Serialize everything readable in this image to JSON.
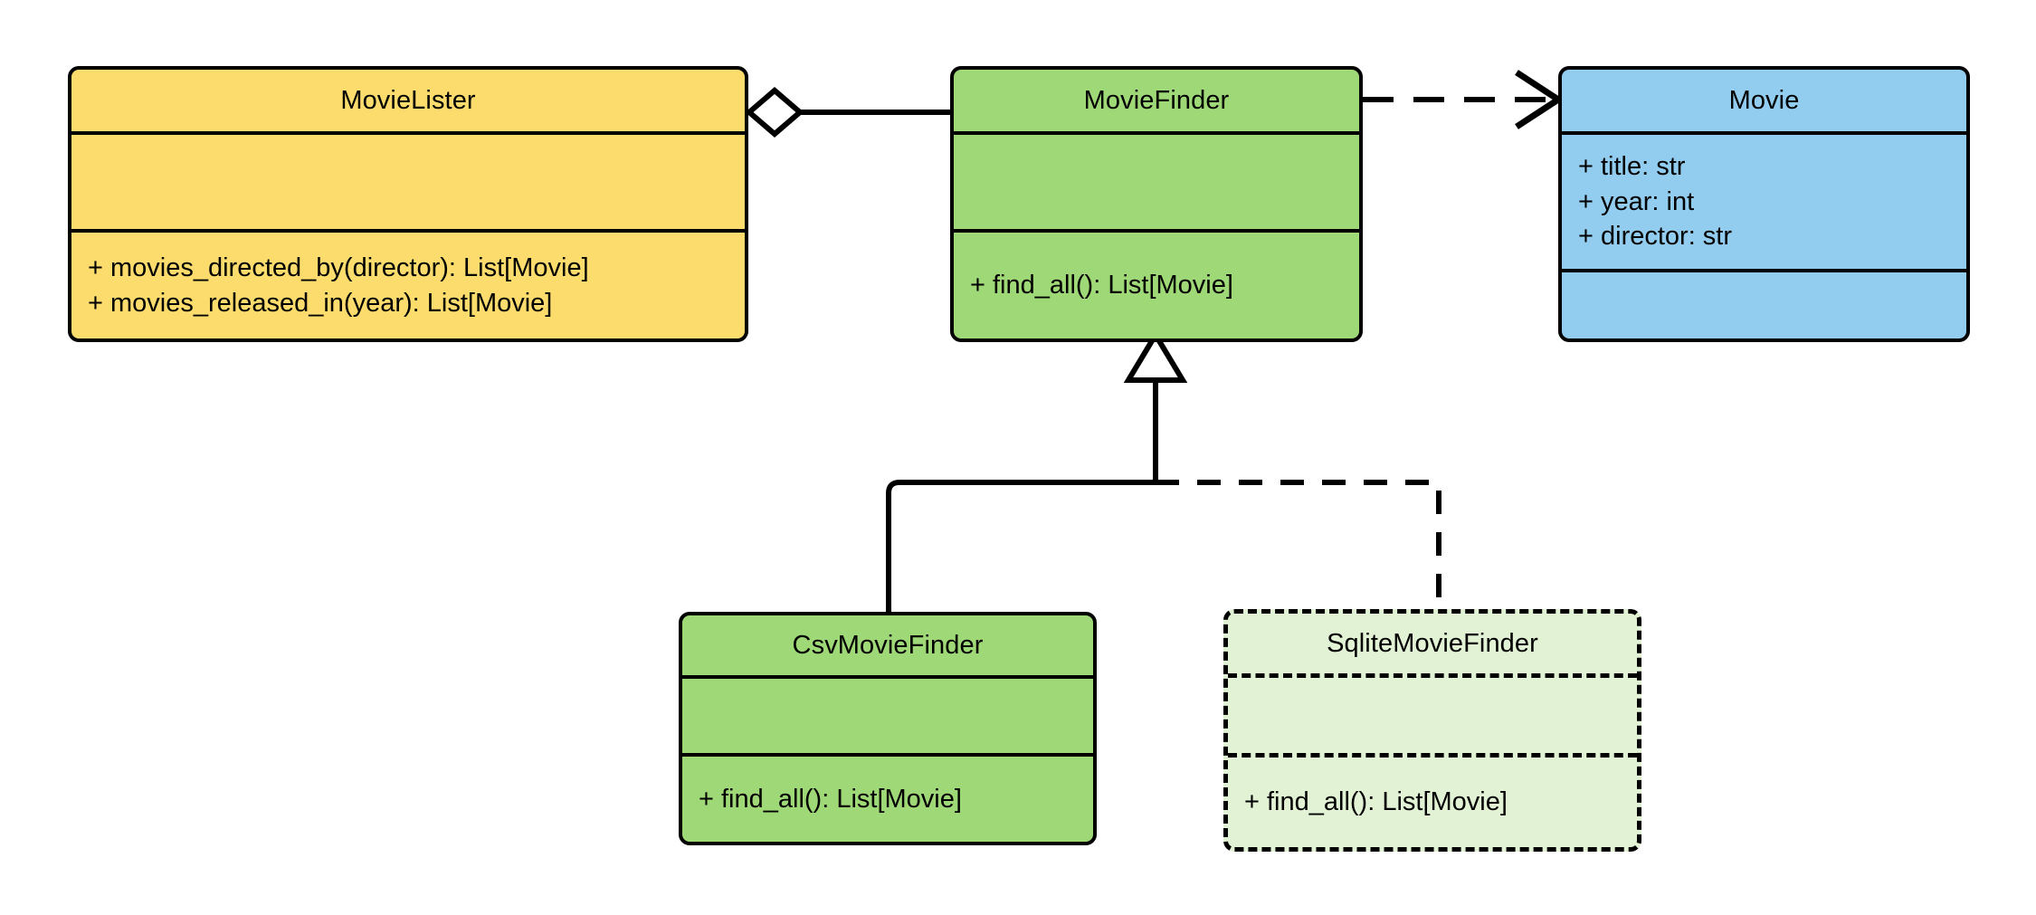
{
  "diagram": {
    "kind": "uml-class-diagram",
    "background": "#ffffff",
    "stroke": "#000000",
    "palette": {
      "yellow": "#FDDC6E",
      "green": "#9FD877",
      "blue": "#92CDF0",
      "light_green": "#E2F2D4"
    },
    "classes": [
      {
        "id": "movie-lister",
        "name": "MovieLister",
        "fill": "#FDDC6E",
        "border_style": "solid",
        "attributes": [],
        "methods": [
          "+ movies_directed_by(director): List[Movie]",
          "+ movies_released_in(year): List[Movie]"
        ]
      },
      {
        "id": "movie-finder",
        "name": "MovieFinder",
        "fill": "#9FD877",
        "border_style": "solid",
        "attributes": [],
        "methods": [
          "+ find_all(): List[Movie]"
        ]
      },
      {
        "id": "movie",
        "name": "Movie",
        "fill": "#92CDF0",
        "border_style": "solid",
        "attributes": [
          "+ title: str",
          "+ year: int",
          "+ director: str"
        ],
        "methods": []
      },
      {
        "id": "csv-movie-finder",
        "name": "CsvMovieFinder",
        "fill": "#9FD877",
        "border_style": "solid",
        "attributes": [],
        "methods": [
          "+ find_all(): List[Movie]"
        ]
      },
      {
        "id": "sqlite-movie-finder",
        "name": "SqliteMovieFinder",
        "fill": "#E2F2D4",
        "border_style": "dashed",
        "attributes": [],
        "methods": [
          "+ find_all(): List[Movie]"
        ]
      }
    ],
    "relationships": [
      {
        "id": "lister-aggregates-finder",
        "type": "aggregation",
        "from": "movie-lister",
        "to": "movie-finder",
        "line_style": "solid",
        "end_marker": "hollow-diamond"
      },
      {
        "id": "finder-depends-movie",
        "type": "dependency",
        "from": "movie-finder",
        "to": "movie",
        "line_style": "dashed",
        "end_marker": "open-arrow"
      },
      {
        "id": "csv-inherits-finder",
        "type": "generalization",
        "from": "csv-movie-finder",
        "to": "movie-finder",
        "line_style": "solid",
        "end_marker": "hollow-triangle"
      },
      {
        "id": "sqlite-inherits-finder",
        "type": "generalization",
        "from": "sqlite-movie-finder",
        "to": "movie-finder",
        "line_style": "dashed",
        "end_marker": "hollow-triangle"
      }
    ]
  }
}
